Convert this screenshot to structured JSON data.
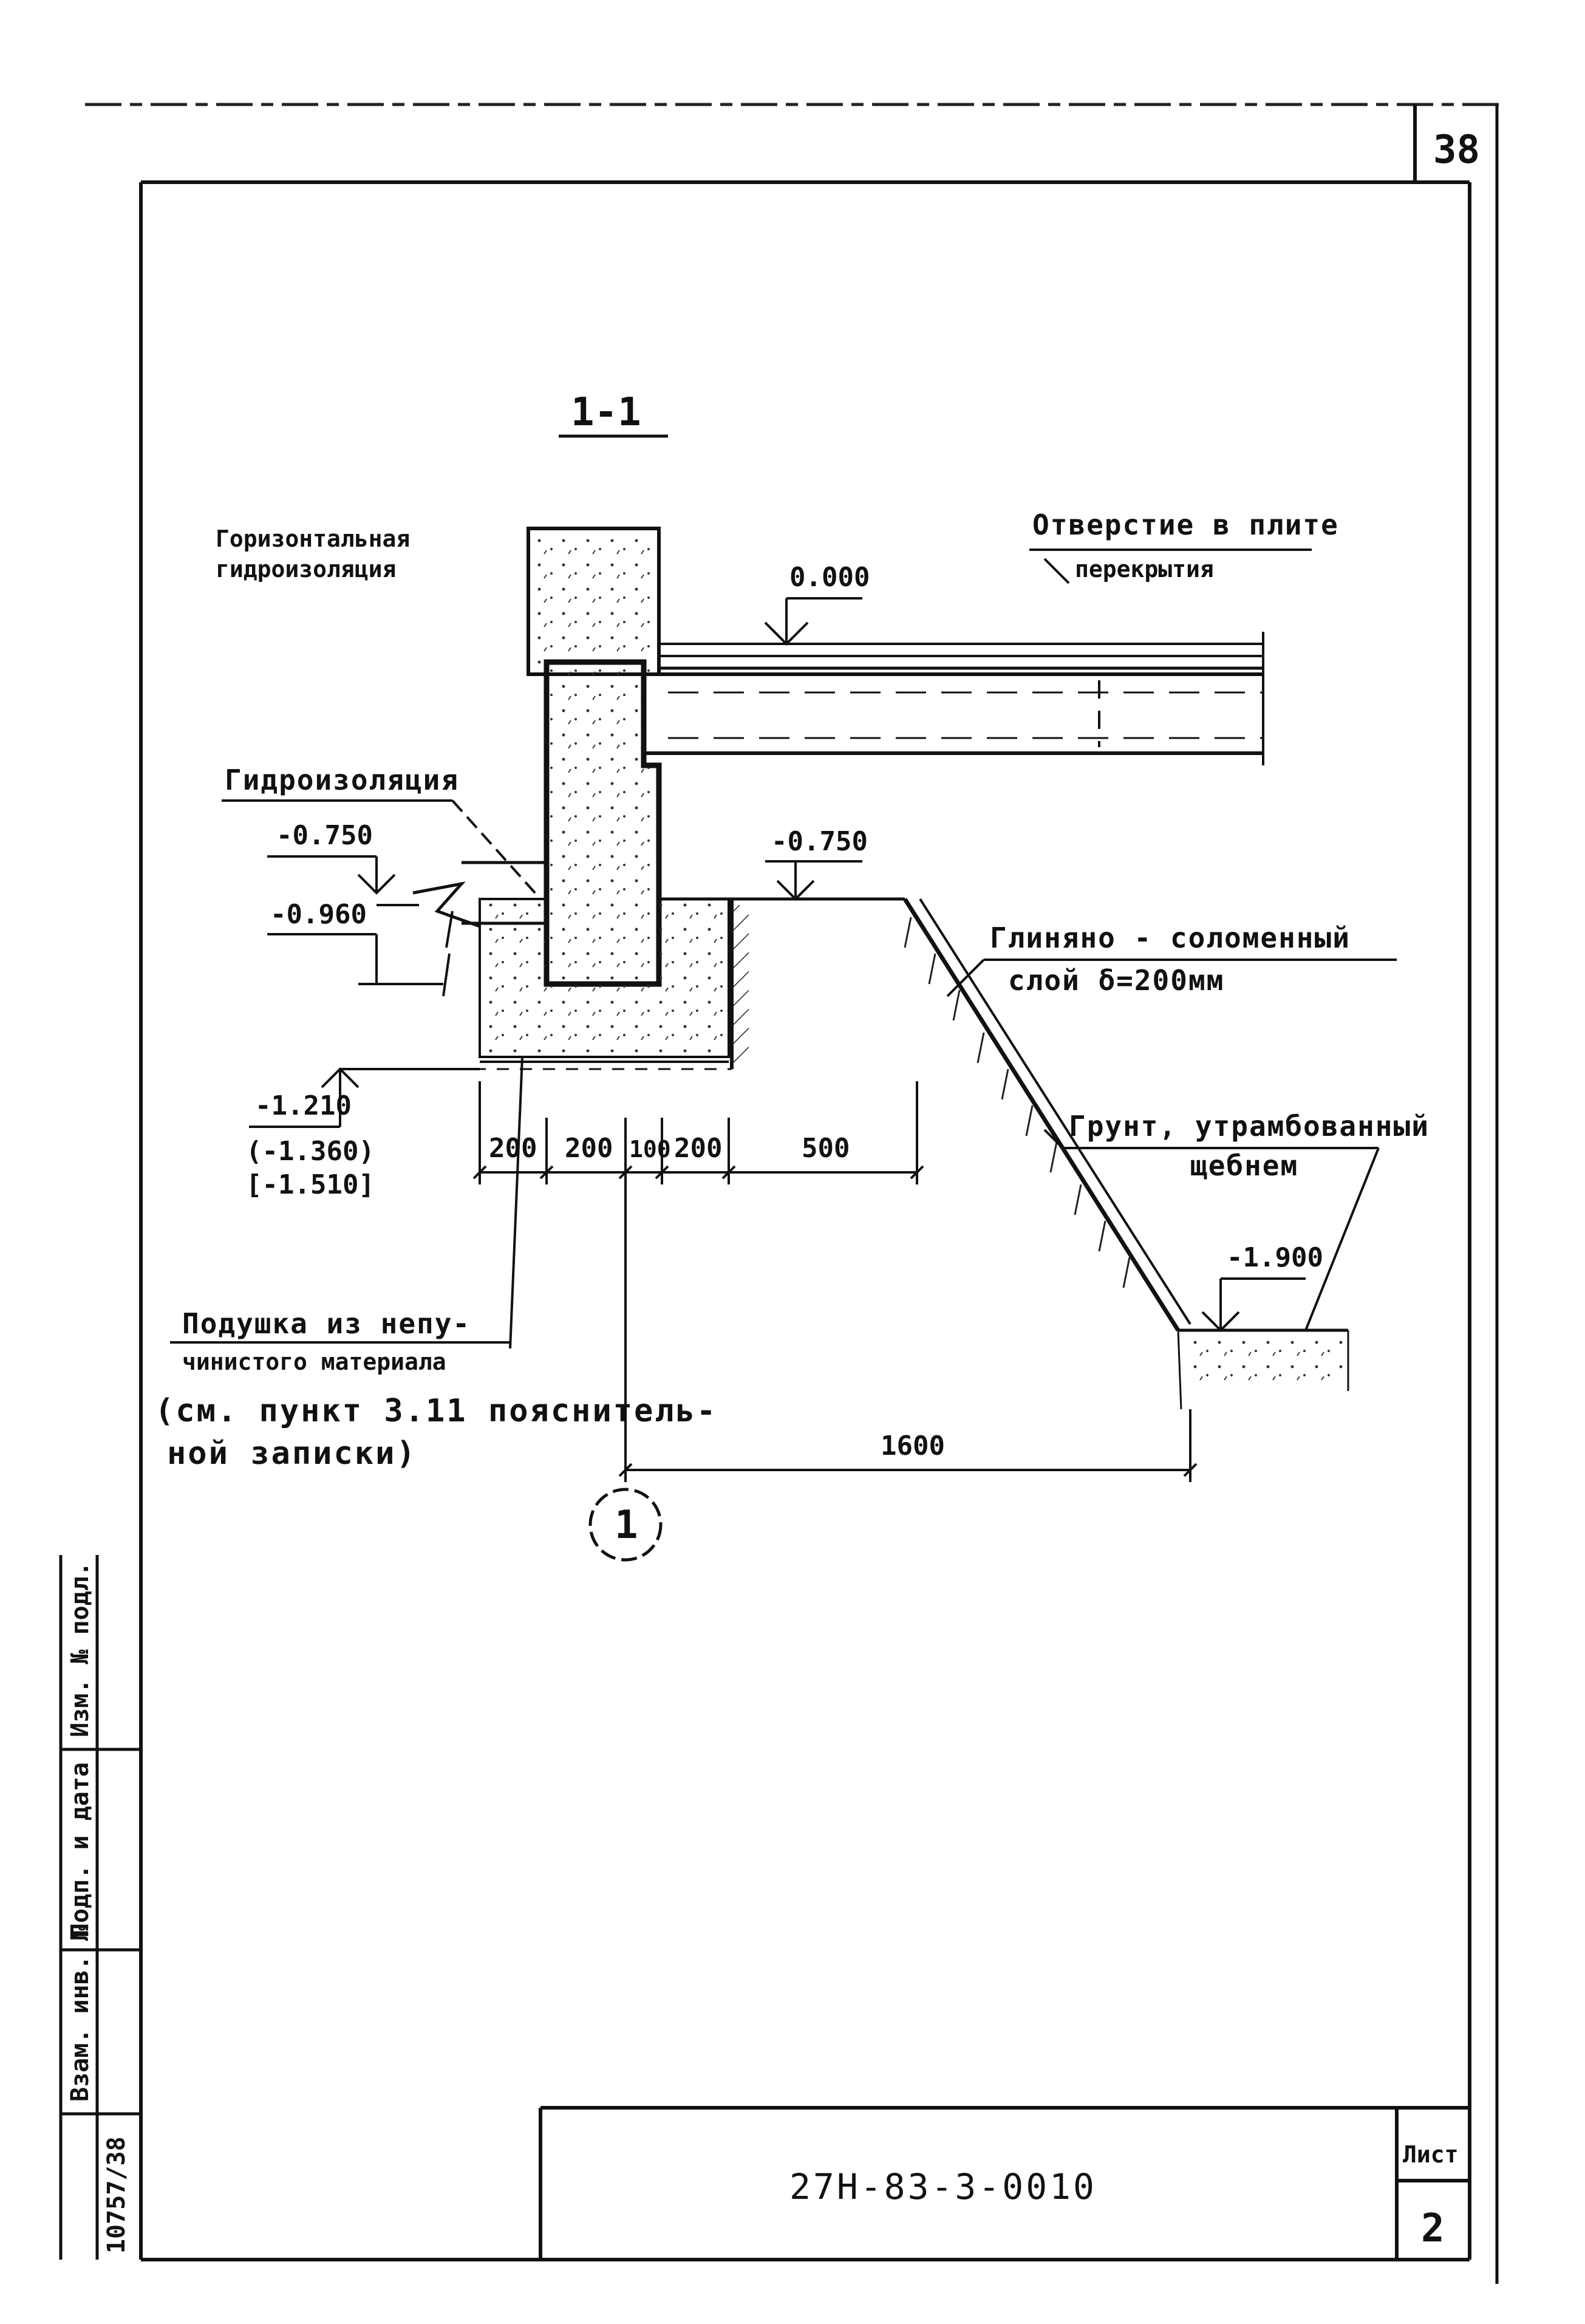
{
  "sheet": {
    "page_number": "38",
    "section_title": "1-1",
    "document_code": "27Н-83-3-0010",
    "sheet_label": "Лист",
    "sheet_number": "2",
    "side_stamp_top": "Изм. № подл.",
    "side_stamp_mid": "Подп. и дата",
    "side_stamp_bottom": "Взам. инв. №",
    "side_number": "10757/38"
  },
  "labels": {
    "horizontal_insulation_1": "Горизонтальная",
    "horizontal_insulation_2": "гидроизоляция",
    "opening_1": "Отверстие в плите",
    "opening_2": "перекрытия",
    "waterproofing": "Гидроизоляция",
    "clay_layer_1": "Глиняно - соломенный",
    "clay_layer_2": "слой δ=200мм",
    "soil_1": "Грунт, утрамбованный",
    "soil_2": "щебнем",
    "cushion_1": "Подушка из непу-",
    "cushion_2": "чинистого материала",
    "note_1": "(см. пункт 3.11 пояснитель-",
    "note_2": "ной записки)",
    "axis_mark": "1"
  },
  "elevations": {
    "top": "0.000",
    "left_upper": "-0.750",
    "left_lower": "-0.960",
    "right_upper": "-0.750",
    "base_1": "-1.210",
    "base_2": "(-1.360)",
    "base_3": "[-1.510]",
    "pit_bottom": "-1.900"
  },
  "dimensions": {
    "d1": "200",
    "d2": "200",
    "d3": "100",
    "d4": "200",
    "d5": "500",
    "d6": "1600"
  }
}
